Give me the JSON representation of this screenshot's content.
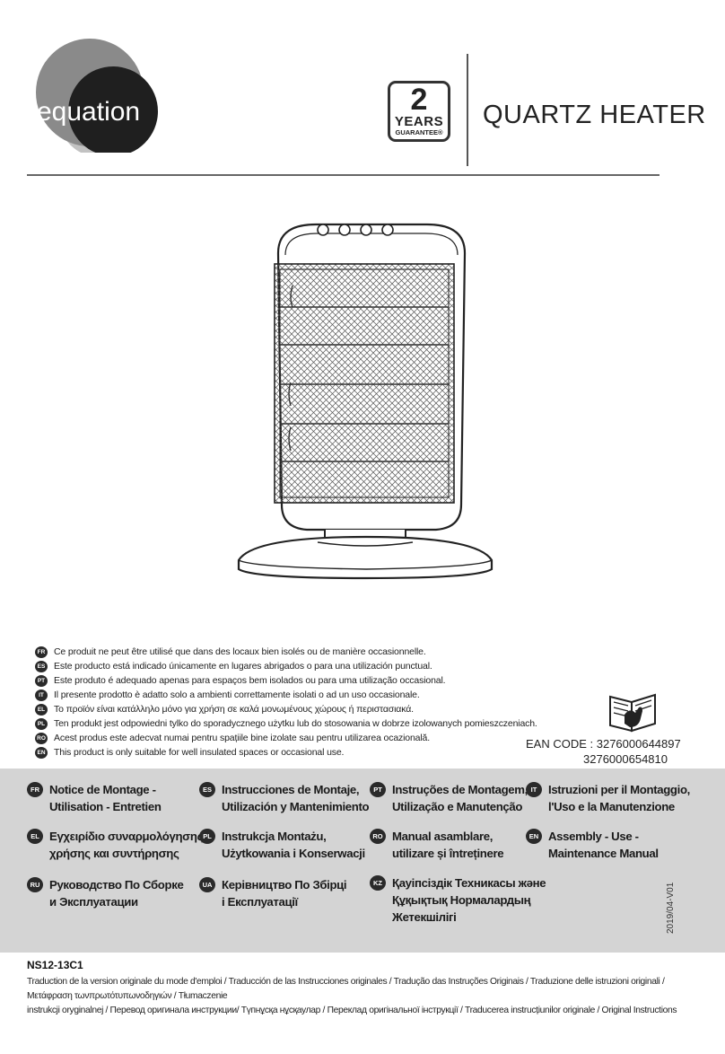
{
  "brand": {
    "name": "equation"
  },
  "guarantee": {
    "number": "2",
    "unit": "YEARS",
    "label": "GUARANTEE®"
  },
  "product_title": "QUARTZ HEATER",
  "warnings": [
    {
      "code": "FR",
      "text": "Ce produit ne peut être utilisé que dans des locaux bien isolés ou de manière occasionnelle."
    },
    {
      "code": "ES",
      "text": "Este producto está indicado únicamente en lugares abrigados o para una utilización punctual."
    },
    {
      "code": "PT",
      "text": "Este produto é adequado apenas para espaços bem isolados ou para uma utilização occasional."
    },
    {
      "code": "IT",
      "text": "Il presente prodotto è adatto solo a ambienti correttamente isolati o ad un uso occasionale."
    },
    {
      "code": "EL",
      "text": "Το προϊόν είναι κατάλληλο μόνο για χρήση σε καλά μονωμένους χώρους ή περιστασιακά."
    },
    {
      "code": "PL",
      "text": "Ten produkt jest odpowiedni tylko do sporadycznego użytku lub do stosowania w dobrze izolowanych pomieszczeniach."
    },
    {
      "code": "RO",
      "text": "Acest produs este adecvat numai pentru spațiile bine izolate sau pentru utilizarea ocazională."
    },
    {
      "code": "EN",
      "text": "This product is only suitable for well insulated spaces or occasional use."
    }
  ],
  "ean": {
    "label": "EAN CODE : 3276000644897",
    "second": "3276000654810"
  },
  "manuals": [
    {
      "code": "FR",
      "line1": "Notice de Montage -",
      "line2": "Utilisation - Entretien"
    },
    {
      "code": "ES",
      "line1": "Instrucciones de Montaje,",
      "line2": "Utilización y Mantenimiento"
    },
    {
      "code": "PT",
      "line1": "Instruções de Montagem,",
      "line2": "Utilização e Manutenção"
    },
    {
      "code": "IT",
      "line1": "Istruzioni per il Montaggio,",
      "line2": "l'Uso e la Manutenzione"
    },
    {
      "code": "EL",
      "line1": "Εγχειρίδιο συναρμολόγησης,",
      "line2": "χρήσης και συντήρησης"
    },
    {
      "code": "PL",
      "line1": "Instrukcja Montażu,",
      "line2": "Użytkowania i Konserwacji"
    },
    {
      "code": "RO",
      "line1": "Manual asamblare,",
      "line2": "utilizare și întreținere"
    },
    {
      "code": "EN",
      "line1": "Assembly - Use -",
      "line2": "Maintenance Manual"
    },
    {
      "code": "RU",
      "line1": "Руководство По Сборке",
      "line2": "и Эксплуатации"
    },
    {
      "code": "UA",
      "line1": "Керівництво По Збірці",
      "line2": "і Експлуатації"
    },
    {
      "code": "KZ",
      "line1": "Қауіпсіздік Техникасы және",
      "line2": "Құқықтық Нормалардың",
      "line3": "Жетекшілігі"
    }
  ],
  "version": "2019/04-V01",
  "model": "NS12-13C1",
  "translation_note": {
    "line1": "Traduction de la version originale du mode d'emploi / Traducción de las Instrucciones originales / Tradução das Instruções Originais / Traduzione delle istruzioni originali  / Μετάφραση τωνπρωτότυπωνοδηγιών /  Tłumaczenie",
    "line2": "instrukcji oryginalnej / Перевод оригинала инструкции/ Түпнұсқа нұсқаулар / Переклад оригінальної інструкції / Traducerea instrucțiunilor originale / Original Instructions"
  }
}
